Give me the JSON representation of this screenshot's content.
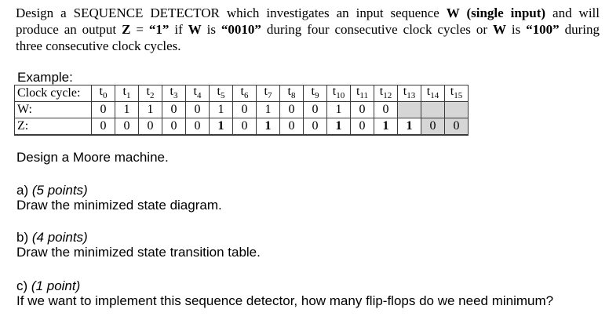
{
  "page": {
    "background": "#ffffff",
    "text_color": "#000000",
    "table_border_color": "#3b3b3b",
    "shaded_cell_color": "#d6d6d6"
  },
  "problem": {
    "lines": [
      {
        "segments": [
          {
            "t": "Design a SEQUENCE DETECTOR which investigates an input sequence ",
            "b": false
          },
          {
            "t": "W (single input)",
            "b": true
          },
          {
            "t": " and will",
            "b": false
          }
        ]
      },
      {
        "segments": [
          {
            "t": "produce an output ",
            "b": false
          },
          {
            "t": "Z",
            "b": true
          },
          {
            "t": " = ",
            "b": false
          },
          {
            "t": "“1”",
            "b": true
          },
          {
            "t": " if ",
            "b": false
          },
          {
            "t": "W",
            "b": true
          },
          {
            "t": " is ",
            "b": false
          },
          {
            "t": "“0010”",
            "b": true
          },
          {
            "t": " during four consecutive clock cycles or ",
            "b": false
          },
          {
            "t": "W",
            "b": true
          },
          {
            "t": " is ",
            "b": false
          },
          {
            "t": "“100”",
            "b": true
          },
          {
            "t": " during",
            "b": false
          }
        ]
      },
      {
        "segments": [
          {
            "t": "three consecutive clock cycles.",
            "b": false
          }
        ]
      }
    ]
  },
  "example": {
    "label": "Example:",
    "table": {
      "header_label": "Clock cycle:",
      "clock_ticks": [
        {
          "base": "t",
          "sub": "0"
        },
        {
          "base": "t",
          "sub": "1"
        },
        {
          "base": "t",
          "sub": "2"
        },
        {
          "base": "t",
          "sub": "3"
        },
        {
          "base": "t",
          "sub": "4"
        },
        {
          "base": "t",
          "sub": "5"
        },
        {
          "base": "t",
          "sub": "6"
        },
        {
          "base": "t",
          "sub": "7"
        },
        {
          "base": "t",
          "sub": "8"
        },
        {
          "base": "t",
          "sub": "9"
        },
        {
          "base": "t",
          "sub": "10"
        },
        {
          "base": "t",
          "sub": "11"
        },
        {
          "base": "t",
          "sub": "12"
        },
        {
          "base": "t",
          "sub": "13"
        },
        {
          "base": "t",
          "sub": "14"
        },
        {
          "base": "t",
          "sub": "15"
        }
      ],
      "rows": [
        {
          "label": "W:",
          "cells": [
            {
              "v": "0"
            },
            {
              "v": "1"
            },
            {
              "v": "1"
            },
            {
              "v": "0"
            },
            {
              "v": "0"
            },
            {
              "v": "1"
            },
            {
              "v": "0"
            },
            {
              "v": "1"
            },
            {
              "v": "0"
            },
            {
              "v": "0"
            },
            {
              "v": "1"
            },
            {
              "v": "0"
            },
            {
              "v": "0"
            },
            {
              "v": "",
              "shaded": true
            },
            {
              "v": "",
              "shaded": true
            },
            {
              "v": "",
              "shaded": true
            }
          ]
        },
        {
          "label": "Z:",
          "cells": [
            {
              "v": "0"
            },
            {
              "v": "0"
            },
            {
              "v": "0"
            },
            {
              "v": "0"
            },
            {
              "v": "0"
            },
            {
              "v": "1",
              "bold": true
            },
            {
              "v": "0"
            },
            {
              "v": "1",
              "bold": true
            },
            {
              "v": "0"
            },
            {
              "v": "0"
            },
            {
              "v": "1",
              "bold": true
            },
            {
              "v": "0"
            },
            {
              "v": "1",
              "bold": true
            },
            {
              "v": "1",
              "bold": true
            },
            {
              "v": "0",
              "shaded": true
            },
            {
              "v": "0",
              "shaded": true
            }
          ]
        }
      ]
    }
  },
  "moore_instruction": "Design a Moore machine.",
  "parts": [
    {
      "label": "a)",
      "points": "(5 points)",
      "task": "Draw the minimized state diagram."
    },
    {
      "label": "b)",
      "points": "(4 points)",
      "task": "Draw the minimized state transition table."
    },
    {
      "label": "c)",
      "points": "(1 point)",
      "task": "If we want to implement this sequence detector, how many flip-flops do we need minimum?"
    }
  ]
}
